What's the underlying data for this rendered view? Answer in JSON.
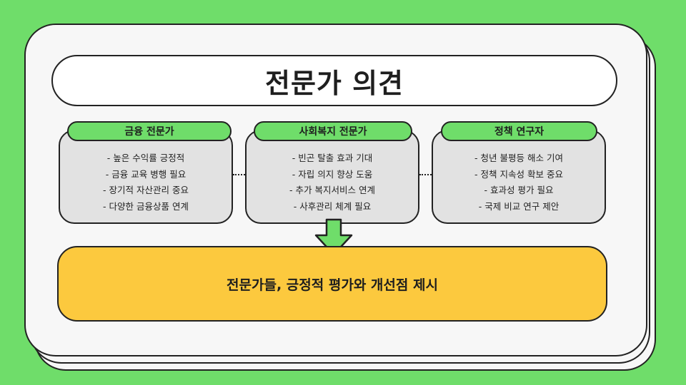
{
  "title": "전문가 의견",
  "experts": [
    {
      "name": "금융 전문가",
      "points": [
        "- 높은 수익률 긍정적",
        "- 금융 교육 병행 필요",
        "- 장기적 자산관리 중요",
        "- 다양한 금융상품 연계"
      ]
    },
    {
      "name": "사회복지 전문가",
      "points": [
        "- 빈곤 탈출 효과 기대",
        "- 자립 의지 향상 도움",
        "- 추가 복지서비스 연계",
        "- 사후관리 체계 필요"
      ]
    },
    {
      "name": "정책 연구자",
      "points": [
        "- 청년 불평등 해소 기여",
        "- 정책 지속성 확보 중요",
        "- 효과성 평가 필요",
        "- 국제 비교 연구 제안"
      ]
    }
  ],
  "conclusion": "전문가들, 긍정적 평가와 개선점 제시",
  "colors": {
    "background": "#6fdd6a",
    "pill": "#6fdd6a",
    "box": "#e2e2e2",
    "result": "#fcc93e",
    "arrow": "#6fdd6a"
  }
}
